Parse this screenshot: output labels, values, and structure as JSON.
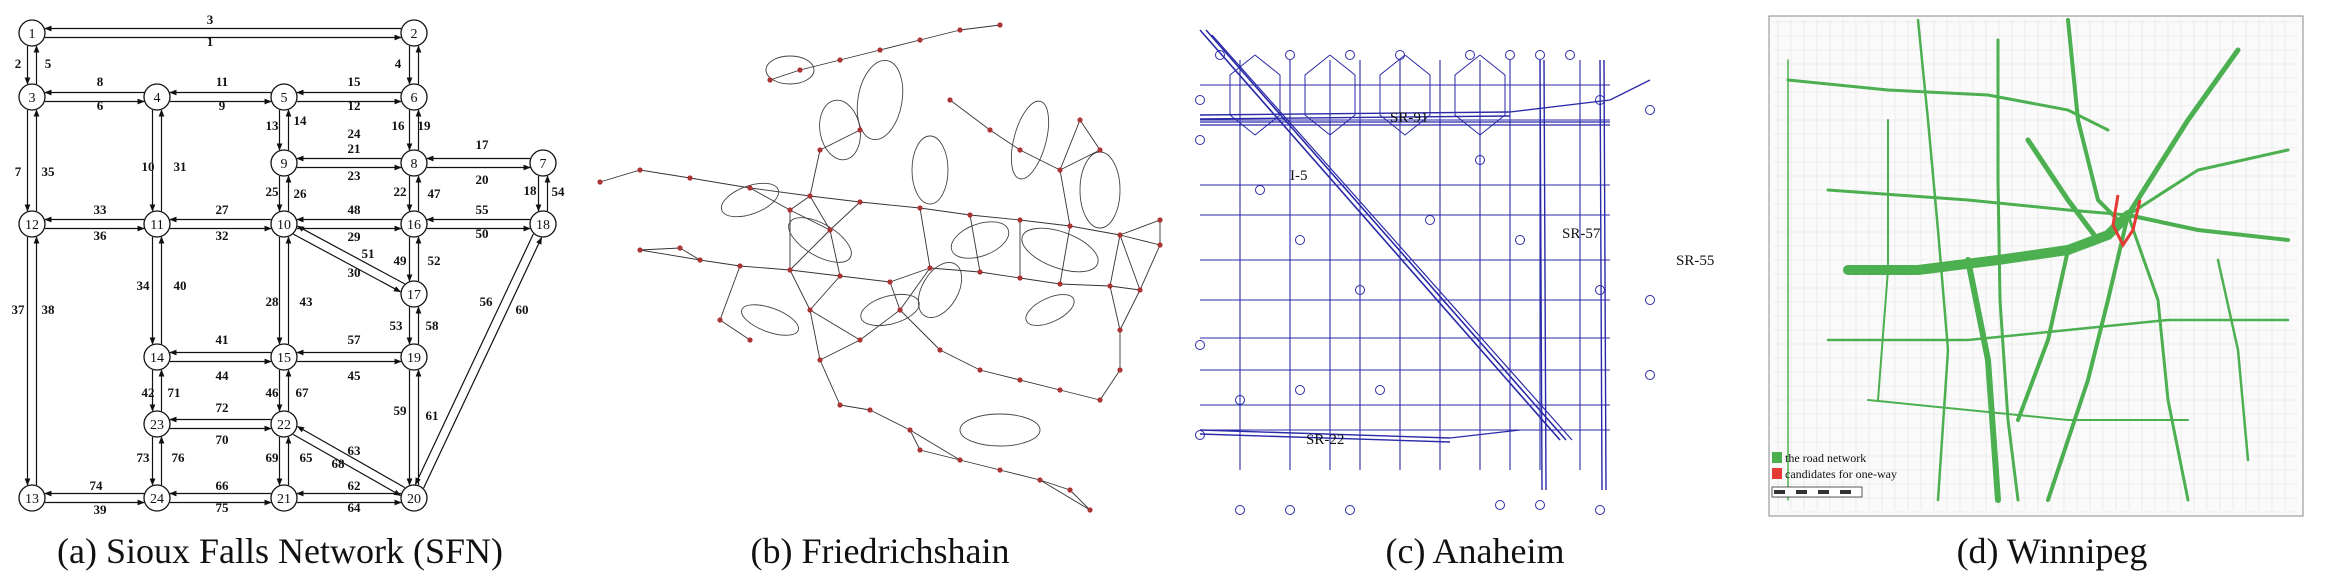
{
  "captions": {
    "a": "(a) Sioux Falls Network (SFN)",
    "b": "(b) Friedrichshain",
    "c": "(c) Anaheim",
    "d": "(d) Winnipeg"
  },
  "sfn": {
    "nodes": [
      "1",
      "2",
      "3",
      "4",
      "5",
      "6",
      "7",
      "8",
      "9",
      "10",
      "11",
      "12",
      "13",
      "14",
      "15",
      "16",
      "17",
      "18",
      "19",
      "20",
      "21",
      "22",
      "23",
      "24"
    ],
    "link_labels": [
      "1",
      "2",
      "3",
      "4",
      "5",
      "6",
      "7",
      "8",
      "9",
      "10",
      "11",
      "12",
      "13",
      "14",
      "15",
      "16",
      "17",
      "18",
      "19",
      "20",
      "21",
      "22",
      "23",
      "24",
      "25",
      "26",
      "27",
      "28",
      "29",
      "30",
      "31",
      "32",
      "33",
      "34",
      "35",
      "36",
      "37",
      "38",
      "39",
      "40",
      "41",
      "42",
      "43",
      "44",
      "45",
      "46",
      "47",
      "48",
      "49",
      "50",
      "51",
      "52",
      "53",
      "54",
      "55",
      "56",
      "57",
      "58",
      "59",
      "60",
      "61",
      "62",
      "63",
      "64",
      "65",
      "66",
      "67",
      "68",
      "69",
      "70",
      "71",
      "72",
      "73",
      "74",
      "75",
      "76"
    ]
  },
  "anaheim": {
    "highways": [
      "SR-91",
      "I-5",
      "SR-57",
      "SR-55",
      "SR-22"
    ]
  },
  "winnipeg": {
    "legend": [
      {
        "label": "the road network",
        "color": "#4caf50"
      },
      {
        "label": "candidates for one-way",
        "color": "#e53935"
      }
    ]
  },
  "colors": {
    "anaheim_line": "#2a2aa8",
    "winnipeg_road": "#4caf50",
    "winnipeg_highlight": "#e53935",
    "friedrichshain_node": "#a33"
  }
}
